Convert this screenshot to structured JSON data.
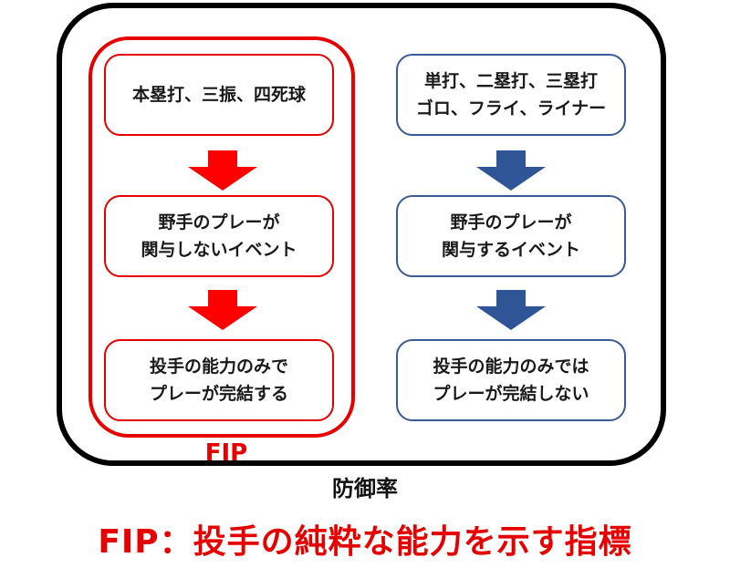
{
  "left_column": {
    "steps": [
      {
        "lines": [
          "本塁打、三振、四死球"
        ]
      },
      {
        "lines": [
          "野手のプレーが",
          "関与しないイベント"
        ]
      },
      {
        "lines": [
          "投手の能力のみで",
          "プレーが完結する"
        ]
      }
    ],
    "frame_label": "FIP",
    "color": "#e60000"
  },
  "right_column": {
    "steps": [
      {
        "lines": [
          "単打、二塁打、三塁打",
          "ゴロ、フライ、ライナー"
        ]
      },
      {
        "lines": [
          "野手のプレーが",
          "関与するイベント"
        ]
      },
      {
        "lines": [
          "投手の能力のみでは",
          "プレーが完結しない"
        ]
      }
    ],
    "color": "#3a5a94"
  },
  "outer_label": "防御率",
  "caption": "FIP：投手の純粋な能力を示す指標"
}
